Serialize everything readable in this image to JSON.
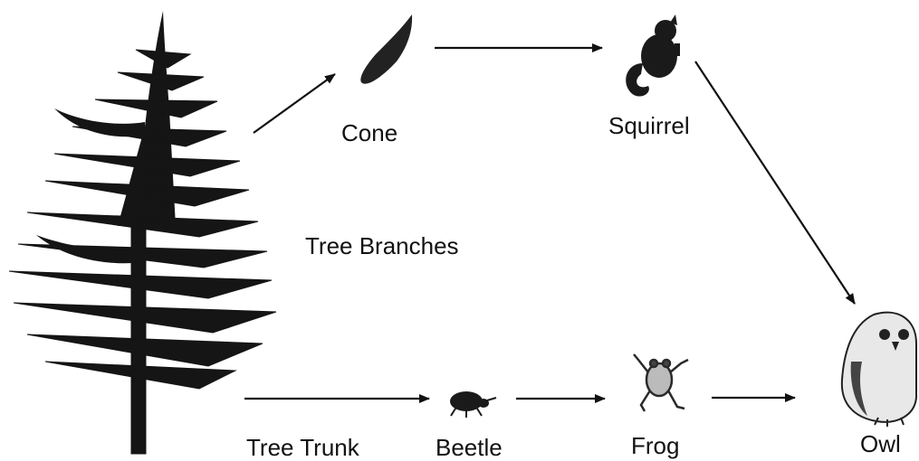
{
  "labels": {
    "cone": "Cone",
    "squirrel": "Squirrel",
    "branches": "Tree Branches",
    "trunk": "Tree Trunk",
    "beetle": "Beetle",
    "frog": "Frog",
    "owl": "Owl"
  },
  "colors": {
    "ink": "#111111",
    "background": "#ffffff"
  },
  "icons": [
    "pine-tree-icon",
    "pine-cone-icon",
    "squirrel-icon",
    "beetle-icon",
    "frog-icon",
    "owl-icon"
  ]
}
